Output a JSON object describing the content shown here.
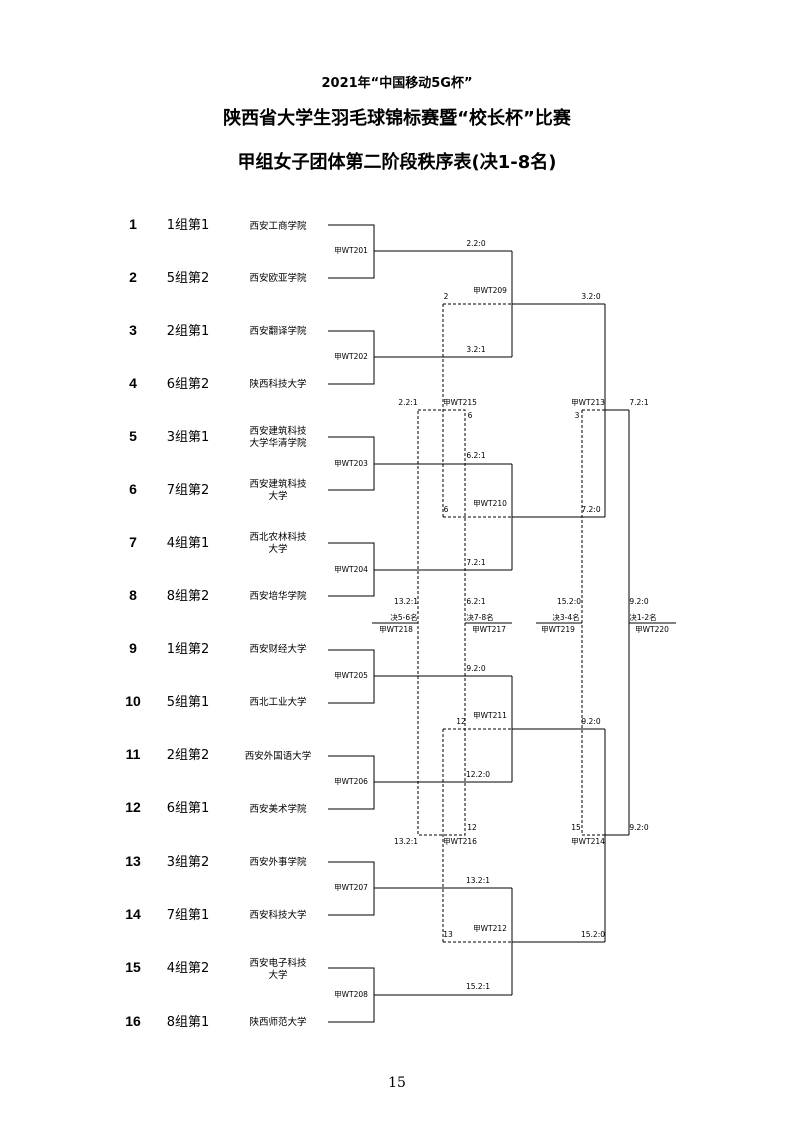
{
  "header": {
    "line1": "2021年“中国移动5G杯”",
    "line2": "陕西省大学生羽毛球锦标赛暨“校长杯”比赛",
    "line3": "甲组女子团体第二阶段秩序表(决1-8名)"
  },
  "entries": [
    {
      "seed": "1",
      "group": "1组第1",
      "school": [
        "西安工商学院"
      ]
    },
    {
      "seed": "2",
      "group": "5组第2",
      "school": [
        "西安欧亚学院"
      ]
    },
    {
      "seed": "3",
      "group": "2组第1",
      "school": [
        "西安翻译学院"
      ]
    },
    {
      "seed": "4",
      "group": "6组第2",
      "school": [
        "陕西科技大学"
      ]
    },
    {
      "seed": "5",
      "group": "3组第1",
      "school": [
        "西安建筑科技",
        "大学华清学院"
      ]
    },
    {
      "seed": "6",
      "group": "7组第2",
      "school": [
        "西安建筑科技",
        "大学"
      ]
    },
    {
      "seed": "7",
      "group": "4组第1",
      "school": [
        "西北农林科技",
        "大学"
      ]
    },
    {
      "seed": "8",
      "group": "8组第2",
      "school": [
        "西安培华学院"
      ]
    },
    {
      "seed": "9",
      "group": "1组第2",
      "school": [
        "西安财经大学"
      ]
    },
    {
      "seed": "10",
      "group": "5组第1",
      "school": [
        "西北工业大学"
      ]
    },
    {
      "seed": "11",
      "group": "2组第2",
      "school": [
        "西安外国语大学"
      ]
    },
    {
      "seed": "12",
      "group": "6组第1",
      "school": [
        "西安美术学院"
      ]
    },
    {
      "seed": "13",
      "group": "3组第2",
      "school": [
        "西安外事学院"
      ]
    },
    {
      "seed": "14",
      "group": "7组第1",
      "school": [
        "西安科技大学"
      ]
    },
    {
      "seed": "15",
      "group": "4组第2",
      "school": [
        "西安电子科技",
        "大学"
      ]
    },
    {
      "seed": "16",
      "group": "8组第1",
      "school": [
        "陕西师范大学"
      ]
    }
  ],
  "matches": {
    "first_round": [
      "甲WT201",
      "甲WT202",
      "甲WT203",
      "甲WT204",
      "甲WT205",
      "甲WT206",
      "甲WT207",
      "甲WT208"
    ],
    "quarter": [
      "甲WT209",
      "甲WT210",
      "甲WT211",
      "甲WT212"
    ],
    "semi": [
      "甲WT213",
      "甲WT214"
    ],
    "consolation_semi": [
      "甲WT215",
      "甲WT216"
    ],
    "placements": [
      {
        "title": "决5-6名",
        "code": "甲WT218"
      },
      {
        "title": "决7-8名",
        "code": "甲WT217"
      },
      {
        "title": "决3-4名",
        "code": "甲WT219"
      },
      {
        "title": "决1-2名",
        "code": "甲WT220"
      }
    ]
  },
  "notes": {
    "n_2_2_0": "2.2:0",
    "n_3_2_1": "3.2:1",
    "n_3_2_0": "3.2:0",
    "n_2": "2",
    "n_2_2_1": "2.2:1",
    "n_6_a": "6",
    "n_3_small": "3",
    "n_7_2_1_top": "7.2:1",
    "n_6_2_1_a": "6.2:1",
    "n_6_b": "6",
    "n_7_2_0": "7.2:0",
    "n_7_2_1": "7.2:1",
    "n_13_2_1_a": "13.2:1",
    "n_6_2_1_b": "6.2:1",
    "n_15_2_0_a": "15.2:0",
    "n_9_2_0_a": "9.2:0",
    "n_9_2_0_b": "9.2:0",
    "n_12_a": "12",
    "n_9_2_0_c": "9.2:0",
    "n_12_2_0": "12.2:0",
    "n_12_b": "12",
    "n_15": "15",
    "n_9_2_0_d": "9.2:0",
    "n_13_2_1_b": "13.2:1",
    "n_13_2_1_c": "13.2:1",
    "n_13": "13",
    "n_15_2_0_b": "15.2:0",
    "n_15_2_1": "15.2:1"
  },
  "page_number": "15"
}
